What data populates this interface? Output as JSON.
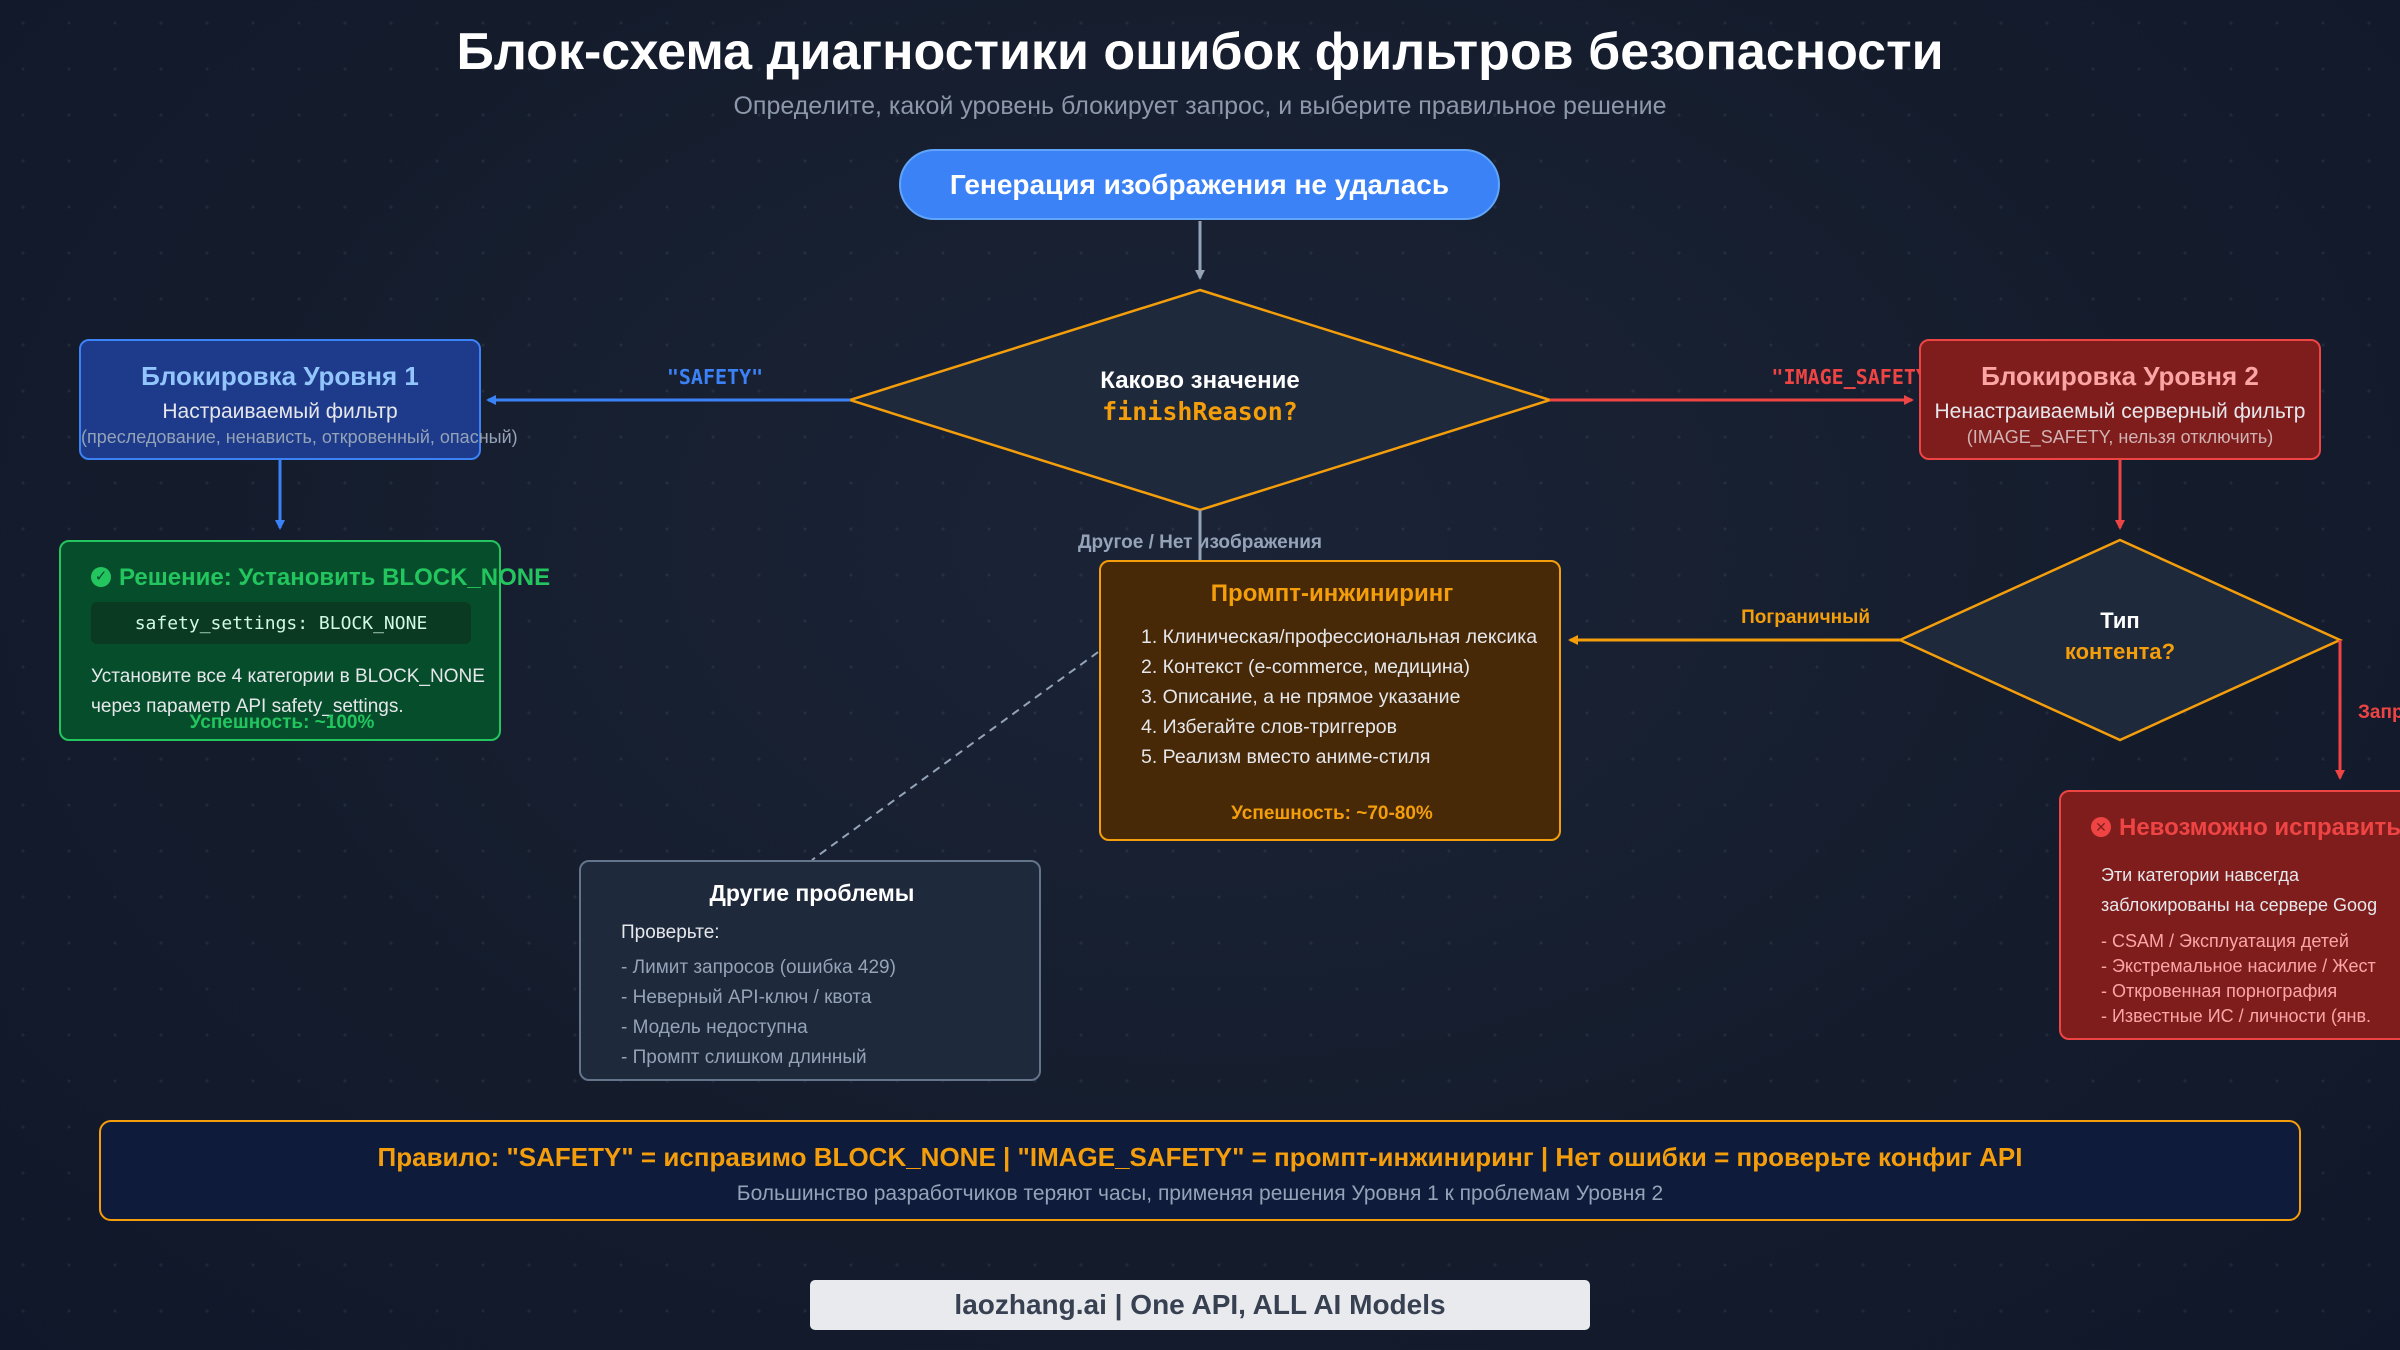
{
  "title": "Блок-схема диагностики ошибок фильтров безопасности",
  "subtitle": "Определите, какой уровень блокирует запрос, и выберите правильное решение",
  "start": "Генерация изображения не удалась",
  "decision_main": {
    "question": "Каково значение",
    "code": "finishReason?"
  },
  "decision_content": {
    "line1": "Тип",
    "line2": "контента?"
  },
  "edges": {
    "safety": "\"SAFETY\"",
    "image_safety": "\"IMAGE_SAFETY\"",
    "other": "Другое / Нет изображения",
    "borderline": "Пограничный",
    "forbidden": "Запр"
  },
  "level1": {
    "title": "Блокировка Уровня 1",
    "subtitle": "Настраиваемый фильтр",
    "note": "(преследование, ненависть, откровенный, опасный)"
  },
  "level2": {
    "title": "Блокировка Уровня 2",
    "subtitle": "Ненастраиваемый серверный фильтр",
    "note": "(IMAGE_SAFETY, нельзя отключить)"
  },
  "solution": {
    "title": "Решение: Установить BLOCK_NONE",
    "code": "safety_settings: BLOCK_NONE",
    "desc1": "Установите все 4 категории в BLOCK_NONE",
    "desc2": "через параметр API safety_settings.",
    "rate": "Успешность: ~100%"
  },
  "prompt_eng": {
    "title": "Промпт-инжиниринг",
    "items": [
      "1. Клиническая/профессиональная лексика",
      "2. Контекст (e-commerce, медицина)",
      "3. Описание, а не прямое указание",
      "4. Избегайте слов-триггеров",
      "5. Реализм вместо аниме-стиля"
    ],
    "rate": "Успешность: ~70-80%"
  },
  "other": {
    "title": "Другие проблемы",
    "lead": "Проверьте:",
    "items": [
      "- Лимит запросов (ошибка 429)",
      "- Неверный API-ключ / квота",
      "- Модель недоступна",
      "- Промпт слишком длинный"
    ]
  },
  "impossible": {
    "title": "Невозможно исправить",
    "desc1": "Эти категории навсегда",
    "desc2": "заблокированы на сервере Goog",
    "items": [
      "- CSAM / Эксплуатация детей",
      "- Экстремальное насилие / Жест",
      "- Откровенная порнография",
      "- Известные ИС / личности (янв."
    ]
  },
  "rule": {
    "main": "Правило: \"SAFETY\" = исправимо BLOCK_NONE | \"IMAGE_SAFETY\" = промпт-инжиниринг | Нет ошибки = проверьте конфиг API",
    "sub": "Большинство разработчиков теряют часы, применяя решения Уровня 1 к проблемам Уровня 2"
  },
  "footer": "laozhang.ai | One API, ALL AI Models",
  "colors": {
    "blue": "#3b82f6",
    "green": "#22c55e",
    "orange": "#f59e0b",
    "red": "#ef4444",
    "gray": "#94a3b8"
  }
}
